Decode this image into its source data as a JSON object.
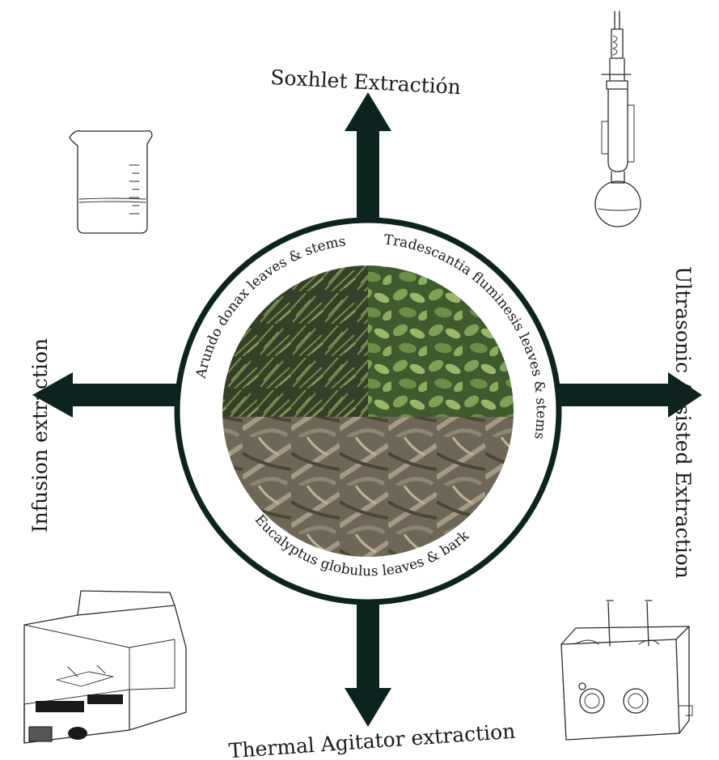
{
  "methods": {
    "top": "Soxhlet Extractión",
    "right": "Ultrasonic Assisted Extraction",
    "bottom": "Thermal Agitator extraction",
    "left": "Infusion extraction"
  },
  "plants": {
    "top_left": "Arundo donax leaves & stems",
    "top_right": "Tradescantia fluminesis leaves & stems",
    "bottom": "Eucalyptus globulus leaves & bark"
  },
  "colors": {
    "arrow": "#0d2320",
    "ring": "#0d2320",
    "arundo": "#3c4a2e",
    "tradescantia": "#5c7e40",
    "eucalyptus": "#77705f"
  },
  "icons": {
    "beaker": "beaker-icon",
    "soxhlet": "soxhlet-apparatus-icon",
    "incubator": "thermal-agitator-icon",
    "ultrasonic": "ultrasonic-bath-icon"
  }
}
